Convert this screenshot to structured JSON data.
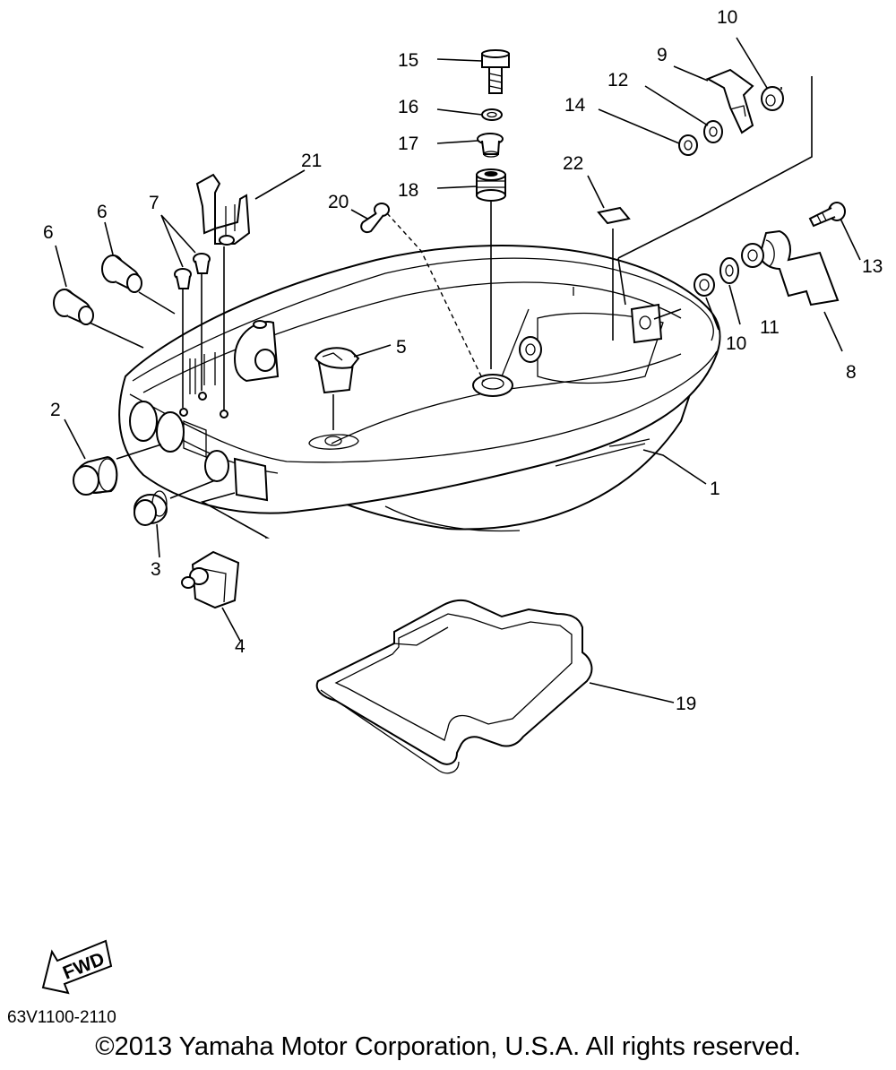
{
  "callouts": {
    "c1": "1",
    "c2": "2",
    "c3": "3",
    "c4": "4",
    "c5": "5",
    "c6a": "6",
    "c6b": "6",
    "c7": "7",
    "c8": "8",
    "c9": "9",
    "c10a": "10",
    "c10b": "10",
    "c11": "11",
    "c12": "12",
    "c13": "13",
    "c14": "14",
    "c15": "15",
    "c16": "16",
    "c17": "17",
    "c18": "18",
    "c19": "19",
    "c20": "20",
    "c21": "21",
    "c22": "22"
  },
  "fwd_label": "FWD",
  "drawing_code": "63V1100-2110",
  "copyright": "©2013 Yamaha Motor Corporation, U.S.A. All rights reserved."
}
